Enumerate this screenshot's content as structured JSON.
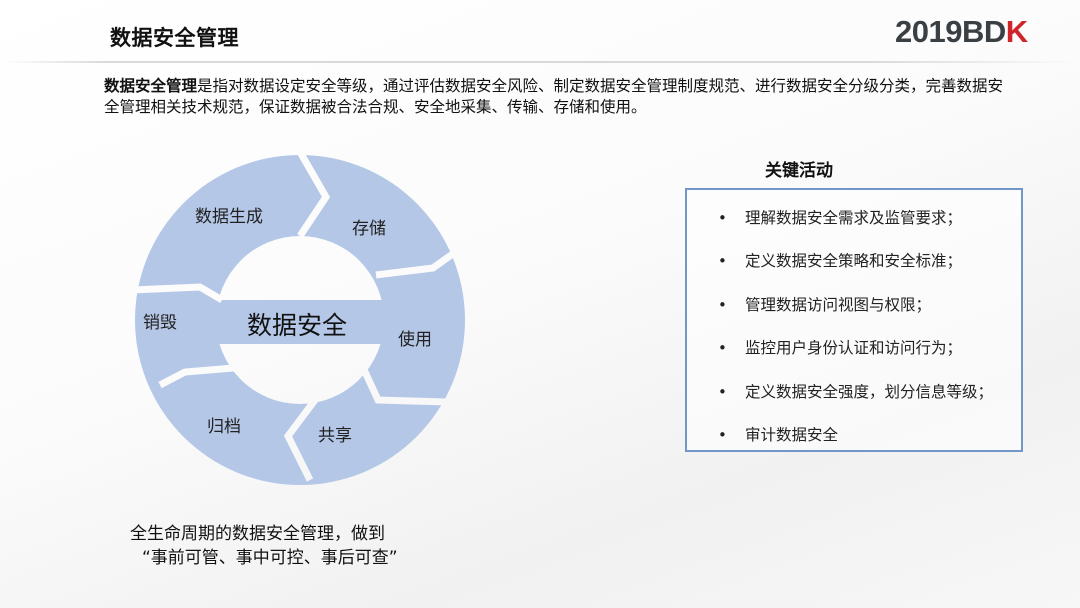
{
  "header": {
    "title": "数据安全管理",
    "logo_main": "2019BD",
    "logo_accent": "K",
    "logo_accent_color": "#d0242b"
  },
  "intro": {
    "bold_lead": "数据安全管理",
    "text": "是指对数据设定安全等级，通过评估数据安全风险、制定数据安全管理制度规范、进行数据安全分级分类，完善数据安全管理相关技术规范，保证数据被合法合规、安全地采集、传输、存储和使用。"
  },
  "lifecycle": {
    "center": "数据安全",
    "fill_color": "#b4c7e7",
    "stages": [
      {
        "label": "数据生成"
      },
      {
        "label": "存储"
      },
      {
        "label": "使用"
      },
      {
        "label": "共享"
      },
      {
        "label": "归档"
      },
      {
        "label": "销毁"
      }
    ],
    "caption_line1": "全生命周期的数据安全管理，做到",
    "caption_line2": "“事前可管、事中可控、事后可查”"
  },
  "key_activities": {
    "title": "关键活动",
    "border_color": "#7396c9",
    "bullet": "•",
    "items": [
      "理解数据安全需求及监管要求；",
      "定义数据安全策略和安全标准；",
      "管理数据访问视图与权限；",
      "监控用户身份认证和访问行为；",
      "定义数据安全强度，划分信息等级；",
      "审计数据安全"
    ]
  }
}
